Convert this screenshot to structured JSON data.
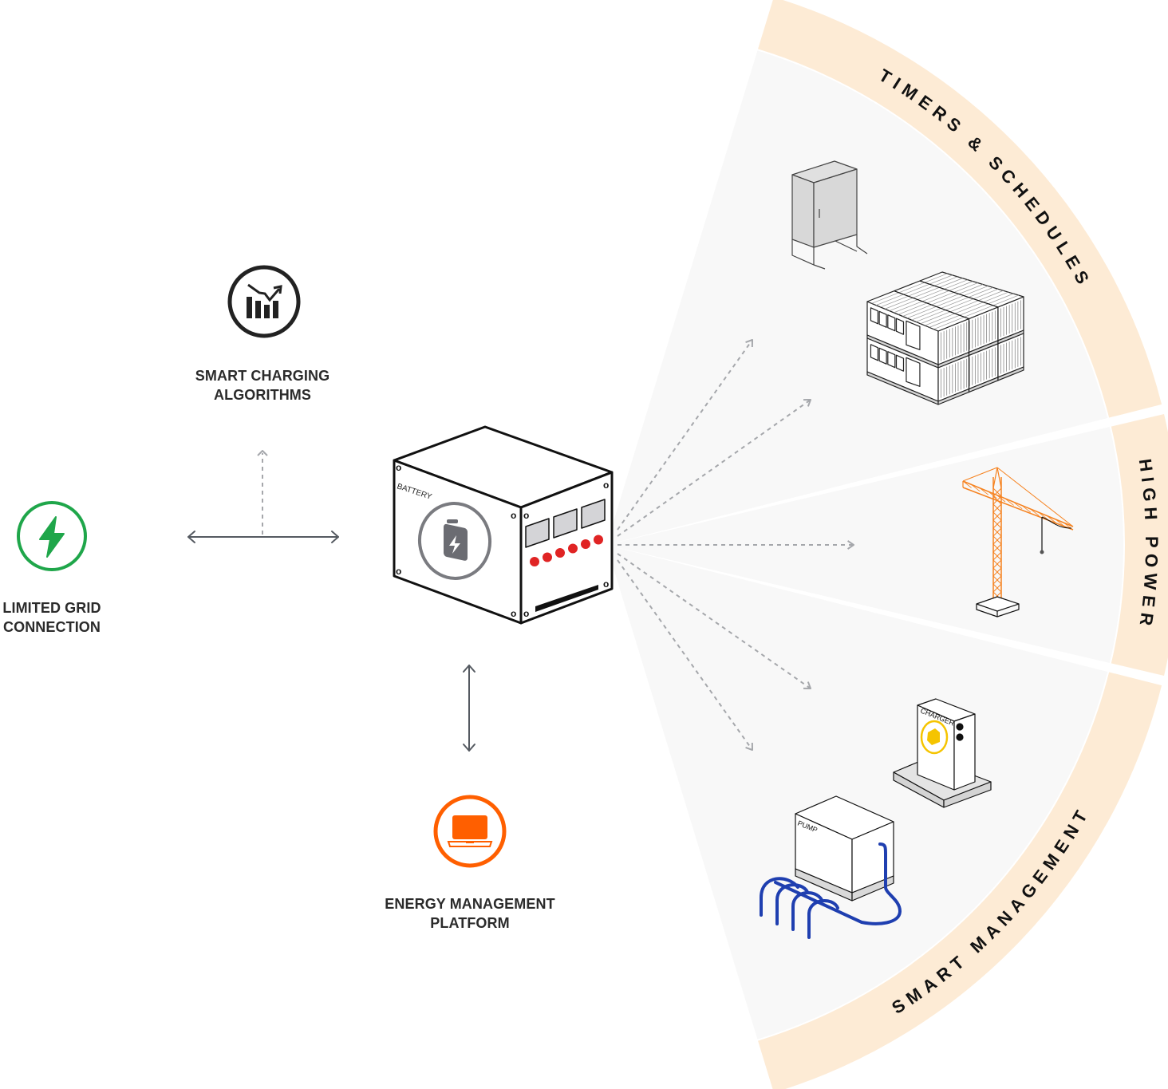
{
  "nodes": {
    "grid": {
      "label_lines": [
        "LIMITED GRID",
        "CONNECTION"
      ],
      "icon": "lightning-bolt-icon",
      "color": "#1fa64a"
    },
    "algorithms": {
      "label_lines": [
        "SMART CHARGING",
        "ALGORITHMS"
      ],
      "icon": "bar-chart-trend-icon",
      "color": "#222222"
    },
    "platform": {
      "label_lines": [
        "ENERGY MANAGEMENT",
        "PLATFORM"
      ],
      "icon": "laptop-icon",
      "color": "#ff5f00"
    },
    "battery": {
      "label": "BATTERY",
      "icon": "battery-charge-icon",
      "indicator_color": "#e02424"
    }
  },
  "segments": [
    {
      "label": "TIMERS & SCHEDULES",
      "devices": [
        "electrical-cabinet",
        "container-stack"
      ]
    },
    {
      "label": "HIGH POWER",
      "devices": [
        "tower-crane"
      ]
    },
    {
      "label": "SMART MANAGEMENT",
      "devices": [
        "ev-charger",
        "pump"
      ]
    }
  ],
  "devices": {
    "charger_label": "CHARGER",
    "pump_label": "PUMP"
  },
  "colors": {
    "band": "#fdebd5",
    "fan": "#f8f8f8",
    "arrow": "#555a61",
    "dashed": "#a5a7ab",
    "crane": "#f6821f",
    "pump_pipe": "#1f3fb0",
    "charger_accent": "#f5c400"
  }
}
